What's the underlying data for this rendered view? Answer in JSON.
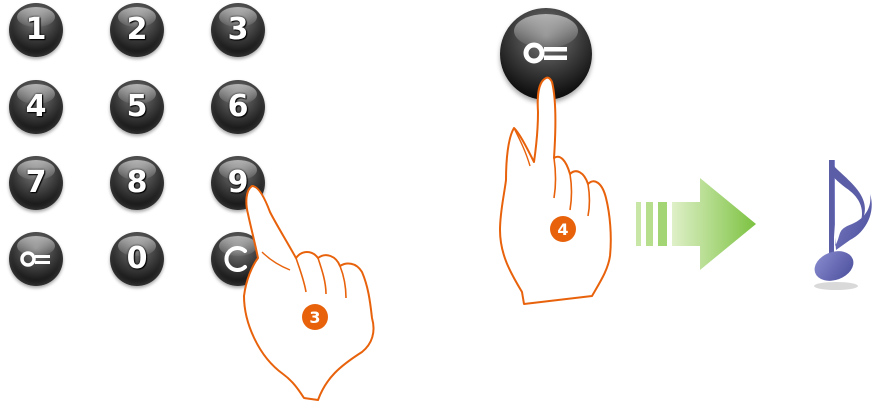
{
  "keypad": {
    "keys": [
      "1",
      "2",
      "3",
      "4",
      "5",
      "6",
      "7",
      "8",
      "9",
      "key-icon",
      "0",
      "cancel-icon"
    ]
  },
  "step3": {
    "label": "3"
  },
  "step4": {
    "label": "4"
  },
  "colors": {
    "hand_outline": "#e8620c",
    "badge": "#e8620c",
    "arrow_start": "#dff0c8",
    "arrow_end": "#7cc241",
    "note": "#5b5ea6"
  },
  "icons": {
    "door_key": "key-icon",
    "arrow": "arrow-right-icon",
    "note": "music-note-icon"
  }
}
